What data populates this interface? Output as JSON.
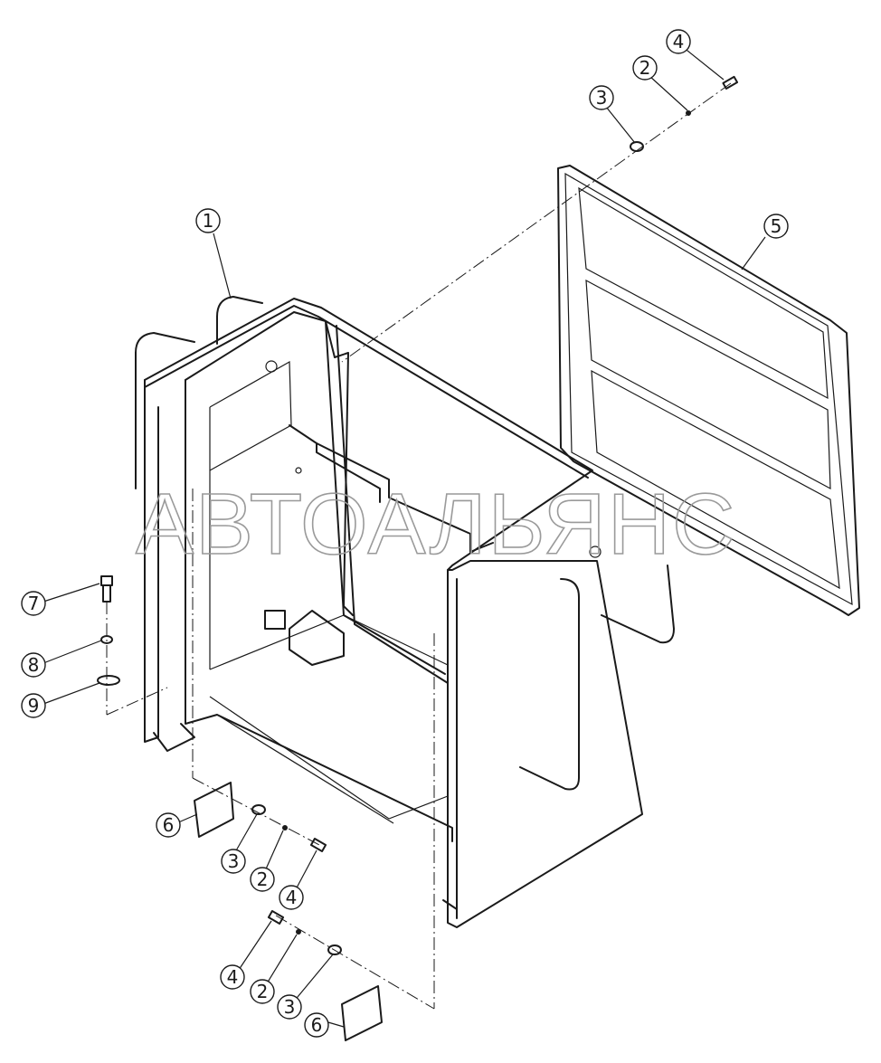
{
  "watermark": "АВТОАЛЬЯНС",
  "callouts": [
    {
      "id": "c1",
      "label": "1"
    },
    {
      "id": "c2a",
      "label": "2"
    },
    {
      "id": "c2b",
      "label": "2"
    },
    {
      "id": "c2c",
      "label": "2"
    },
    {
      "id": "c3a",
      "label": "3"
    },
    {
      "id": "c3b",
      "label": "3"
    },
    {
      "id": "c3c",
      "label": "3"
    },
    {
      "id": "c4a",
      "label": "4"
    },
    {
      "id": "c4b",
      "label": "4"
    },
    {
      "id": "c4c",
      "label": "4"
    },
    {
      "id": "c5",
      "label": "5"
    },
    {
      "id": "c6a",
      "label": "6"
    },
    {
      "id": "c6b",
      "label": "6"
    },
    {
      "id": "c7",
      "label": "7"
    },
    {
      "id": "c8",
      "label": "8"
    },
    {
      "id": "c9",
      "label": "9"
    }
  ]
}
